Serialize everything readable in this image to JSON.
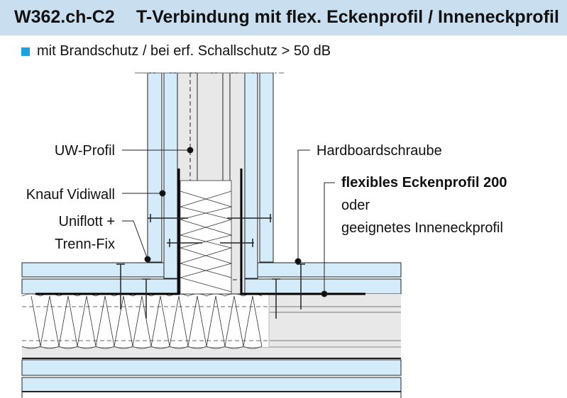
{
  "header": {
    "code": "W362.ch-C2",
    "title": "T-Verbindung mit flex. Eckenprofil / Inneneckprofil"
  },
  "subtitle": "mit Brandschutz / bei erf. Schallschutz > 50 dB",
  "colors": {
    "header_bg": "#c9dfef",
    "bullet": "#1aa3e0",
    "board": "#d4ebfa",
    "core": "#e8e8e8"
  },
  "labels": {
    "uw_profil": "UW-Profil",
    "vidiwall": "Knauf Vidiwall",
    "uniflott_1": "Uniflott +",
    "uniflott_2": "Trenn-Fix",
    "hardboard": "Hardboardschraube",
    "eckenprofil": "flexibles Eckenprofil 200",
    "oder": "oder",
    "inneneck": "geeignetes Inneneckprofil"
  }
}
